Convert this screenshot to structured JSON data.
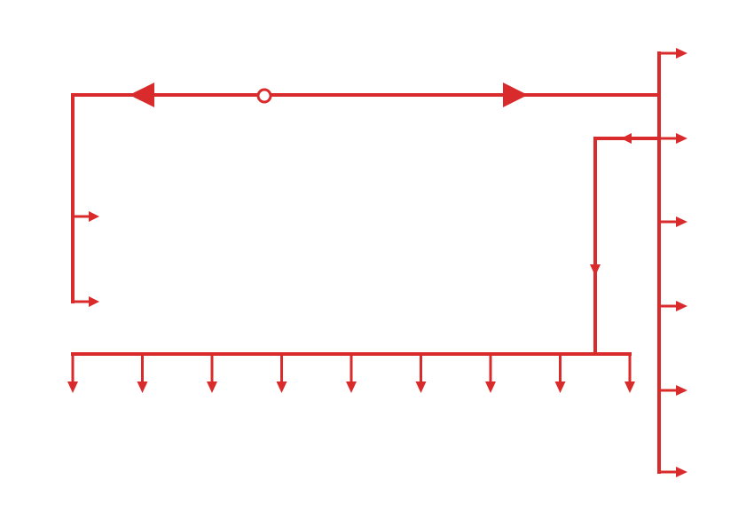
{
  "diagram": {
    "kind": "flow-line-schematic",
    "line_color": "#d92b2b",
    "background": "#ffffff",
    "source_node": {
      "icon": "open-circle-node"
    },
    "direction_markers": [
      {
        "icon": "large-triangle-arrow-left"
      },
      {
        "icon": "large-triangle-arrow-right"
      }
    ],
    "left_branch_outlets": 2,
    "right_header_outlets": 6,
    "bottom_header_outlets": 9,
    "bottom_header_feed": {
      "icon": "small-arrow-down"
    },
    "left_feed_branch": {
      "icon": "small-arrow-left"
    }
  }
}
